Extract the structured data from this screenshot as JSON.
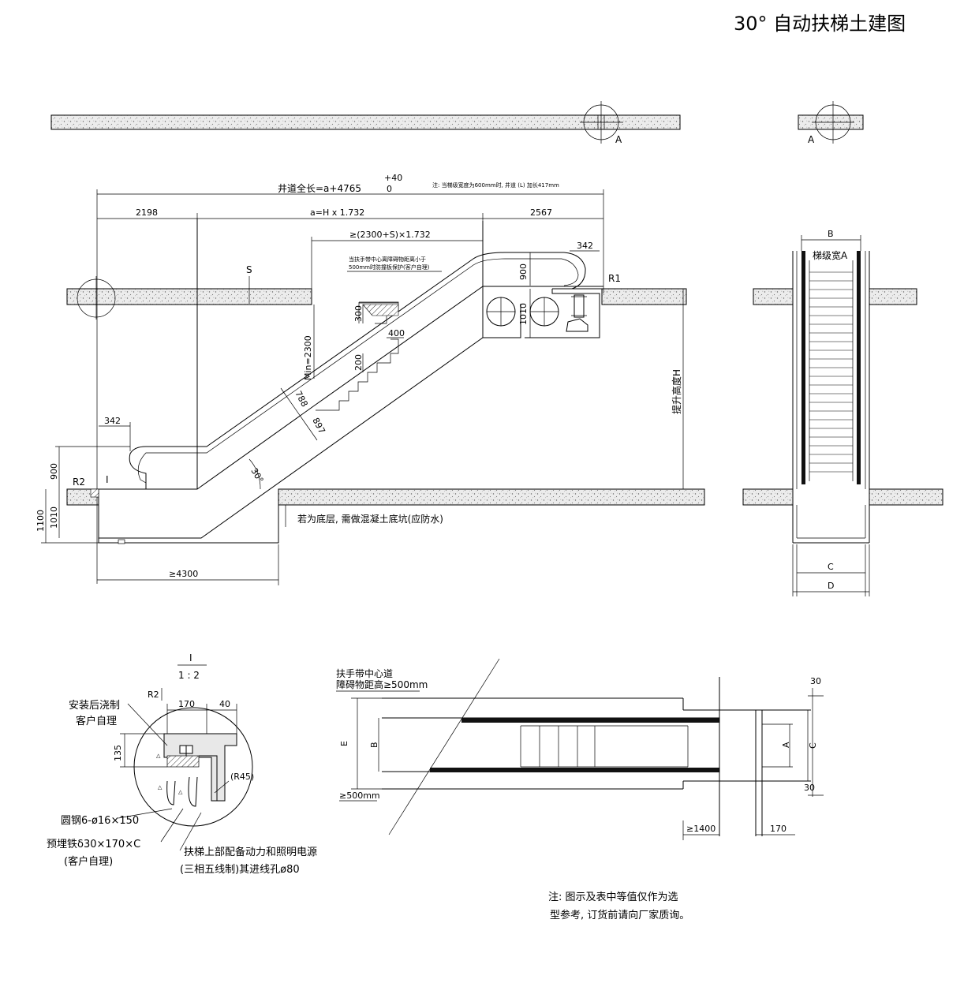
{
  "title": "30° 自动扶梯土建图",
  "section_marker": "A",
  "elevation": {
    "total_length_label": "井道全长=a+4765",
    "tol_upper": "+40",
    "tol_lower": "0",
    "step_width_note": "注: 当梯级宽度为600mm时, 井道 (L) 加长417mm",
    "dim_2198": "2198",
    "dim_a": "a=H x 1.732",
    "dim_2567": "2567",
    "dim_2300s": "≥(2300+S)×1.732",
    "dim_342_top": "342",
    "dim_342_bottom": "342",
    "dim_900_top": "900",
    "dim_900_bottom": "900",
    "dim_1010_top": "1010",
    "dim_1010_bottom": "1010",
    "dim_1100": "1100",
    "dim_300": "300",
    "dim_400": "400",
    "dim_200": "200",
    "dim_788": "788",
    "dim_897": "897",
    "dim_min2300": "Min=2300",
    "dim_4300": "≥4300",
    "angle": "30°",
    "label_s": "S",
    "label_r1": "R1",
    "label_r2": "R2",
    "label_i": "I",
    "rise_label": "提升高度H",
    "handrail_note_1": "当扶手带中心离障碍物距离小于",
    "handrail_note_2": "500mm时防撞板保护(客户自理)",
    "pit_note": "若为底层, 需做混凝土底坑(应防水)"
  },
  "cross_section": {
    "b": "B",
    "step_width": "梯级宽A",
    "c": "C",
    "d": "D"
  },
  "detail": {
    "id": "I",
    "scale": "1 : 2",
    "r2": "R2",
    "d170": "170",
    "d40": "40",
    "d135": "135",
    "r45": "(R45)",
    "cast_note_1": "安装后浇制",
    "cast_note_2": "客户自理",
    "rebar": "圆钢6-ø16×150",
    "plate_1": "预埋铁δ30×170×C",
    "plate_2": "(客户自理)",
    "power_1": "扶梯上部配备动力和照明电源",
    "power_2": "(三相五线制)其进线孔ø80"
  },
  "plan": {
    "clear_note_1": "扶手带中心道",
    "clear_note_2": "障碍物距高≥500mm",
    "e": "E",
    "b": "B",
    "a": "A",
    "c": "C",
    "d30_top": "30",
    "d30_bottom": "30",
    "d500": "≥500mm",
    "d1400": "≥1400",
    "d170": "170"
  },
  "notes": {
    "line1": "注: 图示及表中等值仅作为选",
    "line2": "型参考, 订货前请向厂家质询。"
  }
}
